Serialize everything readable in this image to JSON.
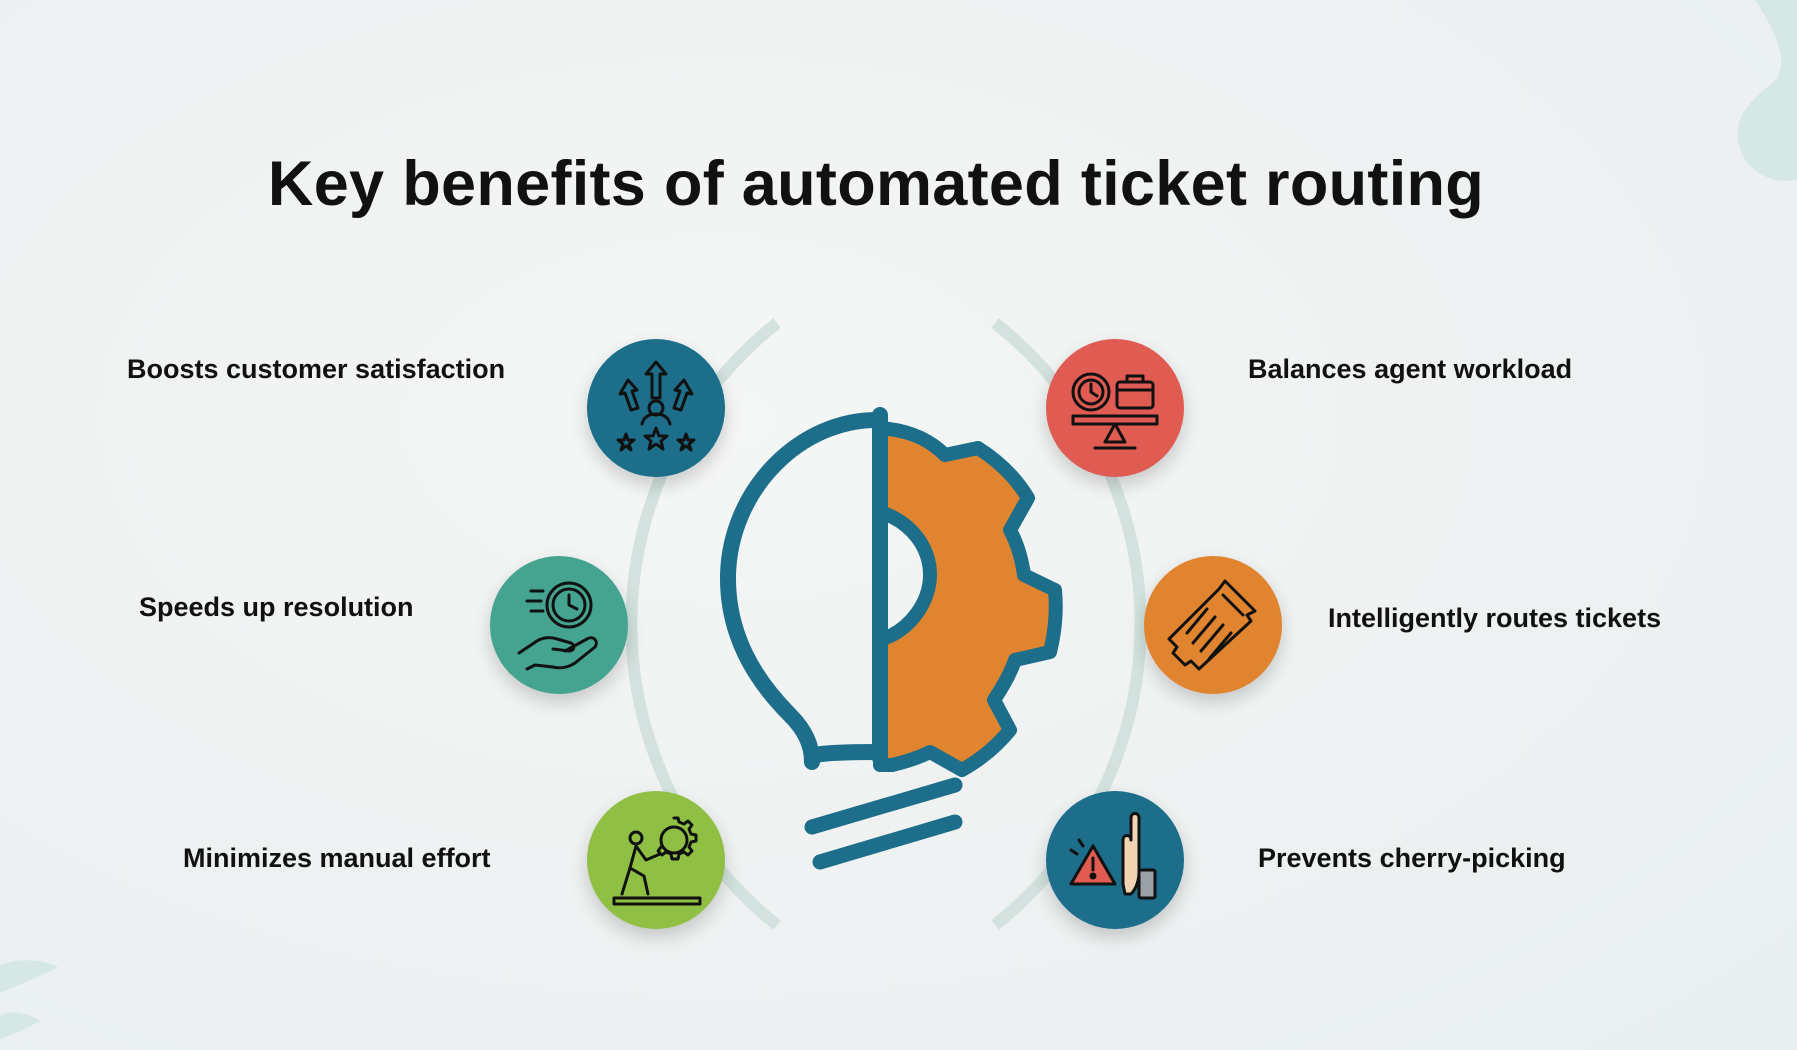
{
  "title": "Key benefits of automated ticket routing",
  "benefits": {
    "left": [
      {
        "label": "Boosts customer satisfaction",
        "icon": "rising-arrows-stars-icon",
        "color": "#1c6e8a"
      },
      {
        "label": "Speeds up resolution",
        "icon": "clock-hand-icon",
        "color": "#45a48f"
      },
      {
        "label": "Minimizes manual effort",
        "icon": "person-pushing-gear-icon",
        "color": "#8fc044"
      }
    ],
    "right": [
      {
        "label": "Balances agent workload",
        "icon": "balance-scale-icon",
        "color": "#e05b52"
      },
      {
        "label": "Intelligently routes tickets",
        "icon": "ticket-icon",
        "color": "#e0842f"
      },
      {
        "label": "Prevents cherry-picking",
        "icon": "warning-stop-hand-icon",
        "color": "#1c6e8a"
      }
    ]
  },
  "center_icon": "lightbulb-gear-icon",
  "colors": {
    "teal": "#1c6e8a",
    "orange": "#e0842f",
    "arc": "#d3e2df"
  }
}
